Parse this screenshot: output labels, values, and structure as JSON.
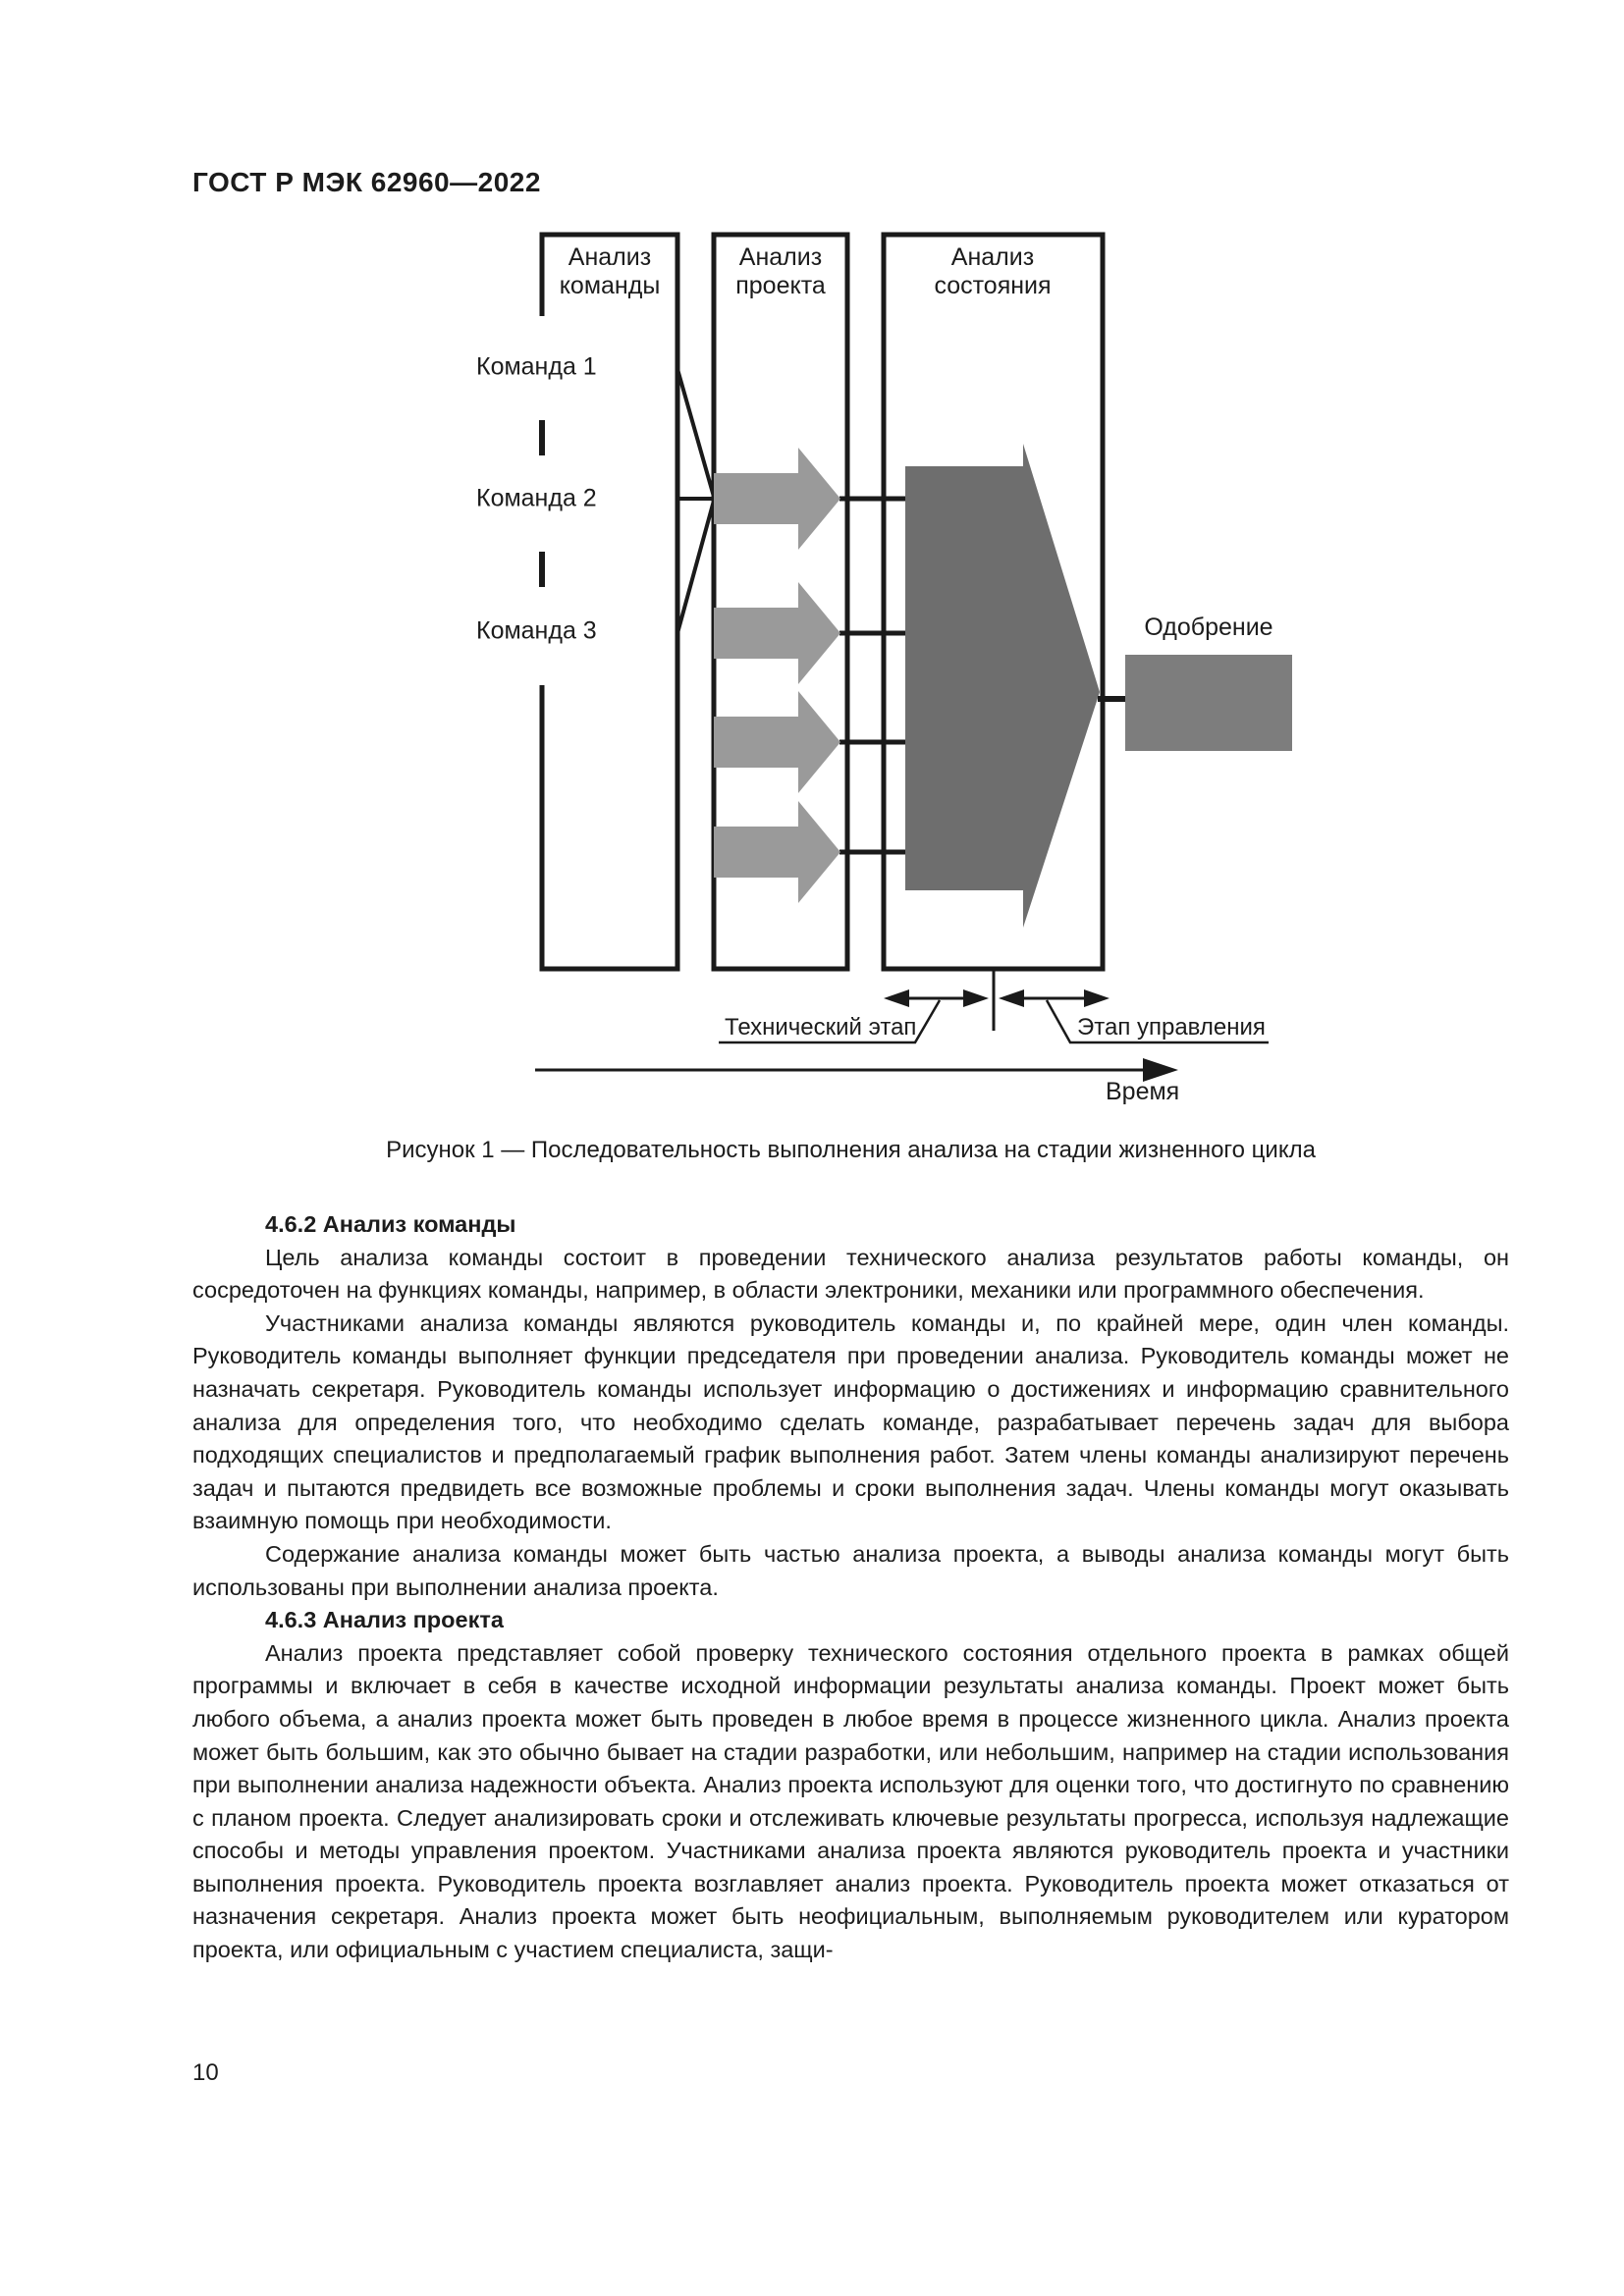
{
  "page": {
    "header": "ГОСТ Р МЭК 62960—2022",
    "page_number": "10"
  },
  "figure": {
    "caption": "Рисунок 1 — Последовательность выполнения анализа на стадии жизненного цикла",
    "columns": {
      "team": "Анализ\nкоманды",
      "project": "Анализ\nпроекта",
      "status": "Анализ\nсостояния"
    },
    "teams": [
      "Команда 1",
      "Команда 2",
      "Команда 3"
    ],
    "approval_label": "Одобрение",
    "technical_stage_label": "Технический этап",
    "management_stage_label": "Этап управления",
    "time_label": "Время",
    "colors": {
      "small_arrow": "#9a9a9a",
      "big_arrow": "#6e6e6e",
      "approval_box": "#7d7d7d",
      "line": "#1a1a1a",
      "box_fill": "#ffffff"
    }
  },
  "sections": [
    {
      "heading": "4.6.2 Анализ команды",
      "paragraphs": [
        "Цель анализа команды состоит в проведении технического анализа результатов работы команды, он сосредоточен на функциях команды, например, в области электроники, механики или программного обеспечения.",
        "Участниками анализа команды являются руководитель команды и, по крайней мере, один член команды. Руководитель команды выполняет функции председателя при проведении анализа. Руководитель команды может не назначать секретаря. Руководитель команды использует информацию о достижениях и информацию сравнительного анализа для определения того, что необходимо сделать команде, разрабатывает перечень задач для выбора подходящих специалистов и предполагаемый график выполнения работ. Затем члены команды анализируют перечень задач и пытаются предвидеть все возможные проблемы и сроки выполнения задач. Члены команды могут оказывать взаимную помощь при необходимости.",
        "Содержание анализа команды может быть частью анализа проекта, а выводы анализа команды могут быть использованы при выполнении анализа проекта."
      ]
    },
    {
      "heading": "4.6.3 Анализ проекта",
      "paragraphs": [
        "Анализ проекта представляет собой проверку технического состояния отдельного проекта в рамках общей программы и включает в себя в качестве исходной информации результаты анализа команды. Проект может быть любого объема, а анализ проекта может быть проведен в любое время в процессе жизненного цикла. Анализ проекта может быть большим, как это обычно бывает на стадии разработки, или небольшим, например на стадии использования при выполнении анализа надежности объекта. Анализ проекта используют для оценки того, что достигнуто по сравнению с планом проекта. Следует анализировать сроки и отслеживать ключевые результаты прогресса, используя надлежащие способы и методы управления проектом. Участниками анализа проекта являются руководитель проекта и участники выполнения проекта. Руководитель проекта возглавляет анализ проекта. Руководитель проекта может отказаться от назначения секретаря. Анализ проекта может быть неофициальным, выполняемым руководителем или куратором проекта, или официальным с участием специалиста, защи-"
      ]
    }
  ]
}
